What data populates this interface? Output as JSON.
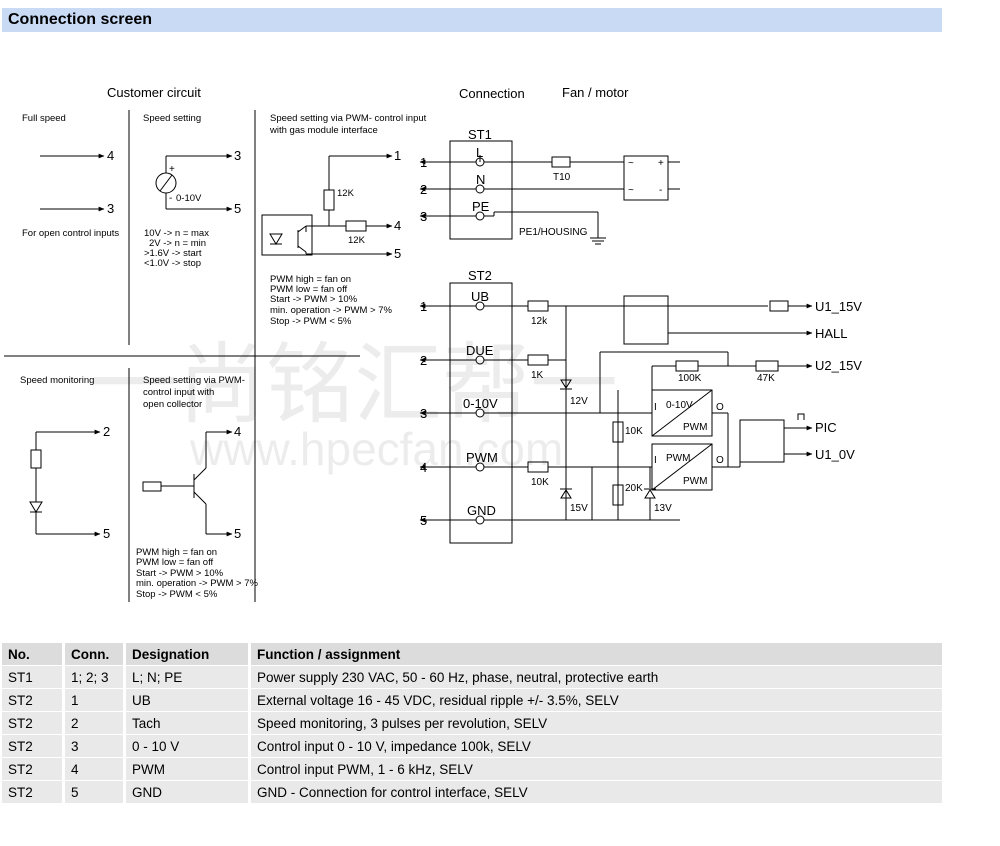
{
  "page": {
    "title": "Connection screen"
  },
  "customer_circuit": {
    "heading": "Customer circuit",
    "full_speed": {
      "title": "Full speed",
      "pin_a": "4",
      "pin_b": "3",
      "note": "For open control inputs"
    },
    "speed_setting": {
      "title": "Speed setting",
      "pin_a": "3",
      "pin_b": "5",
      "plus": "+",
      "minus": "-",
      "source_label": "0-10V",
      "notes": [
        "10V -> n = max",
        "2V -> n = min",
        ">1.6V ->  start",
        "<1.0V ->  stop"
      ]
    },
    "pwm_gas": {
      "title_line1": "Speed setting via PWM- control input",
      "title_line2": "with gas module interface",
      "pin_a": "1",
      "pin_b": "4",
      "pin_c": "5",
      "r1": "12K",
      "r2": "12K",
      "notes": [
        "PWM high = fan on",
        "PWM low  = fan off",
        "Start ->          PWM > 10%",
        "min. operation -> PWM > 7%",
        "Stop ->           PWM < 5%"
      ]
    },
    "speed_monitoring": {
      "title": "Speed monitoring",
      "pin_a": "2",
      "pin_b": "5"
    },
    "pwm_oc": {
      "title_line1": "Speed setting via PWM-",
      "title_line2": "control input with",
      "title_line3": "open collector",
      "pin_a": "4",
      "pin_b": "5",
      "notes": [
        "PWM high = fan on",
        "PWM low  = fan off",
        "Start ->          PWM > 10%",
        "min. operation -> PWM > 7%",
        "Stop ->           PWM < 5%"
      ]
    }
  },
  "connection": {
    "heading": "Connection",
    "fan_heading": "Fan / motor",
    "st1": {
      "name": "ST1",
      "pins": [
        {
          "num": "1",
          "label": "L"
        },
        {
          "num": "2",
          "label": "N"
        },
        {
          "num": "3",
          "label": "PE"
        }
      ],
      "fuse": "T10",
      "housing": "PE1/HOUSING",
      "rect_plus": "+",
      "rect_minus": "-",
      "rect_tilde": "~"
    },
    "st2": {
      "name": "ST2",
      "pins": [
        {
          "num": "1",
          "label": "UB"
        },
        {
          "num": "2",
          "label": "DUE"
        },
        {
          "num": "3",
          "label": "0-10V"
        },
        {
          "num": "4",
          "label": "PWM"
        },
        {
          "num": "5",
          "label": "GND"
        }
      ]
    },
    "components": {
      "r_ub": "12k",
      "r_due": "1K",
      "z_due": "12V",
      "r_pwm": "10K",
      "z_pwm": "15V",
      "r_100k": "100K",
      "r_47k": "47K",
      "r_10k": "10K",
      "r_20k": "20K",
      "z_13v": "13V",
      "conv1_top": "0-10V",
      "conv1_bot": "PWM",
      "conv2_top": "PWM",
      "conv2_bot": "PWM",
      "conv_i": "I",
      "conv_o": "O"
    },
    "outputs": [
      "U1_15V",
      "HALL",
      "U2_15V",
      "PIC",
      "U1_0V"
    ]
  },
  "watermark": {
    "cn": "一尚铭汇帮一",
    "url": "www.hpecfan.com"
  },
  "table": {
    "headers": [
      "No.",
      "Conn.",
      "Designation",
      "Function / assignment"
    ],
    "rows": [
      [
        "ST1",
        "1; 2; 3",
        "L; N; PE",
        "Power supply 230 VAC, 50 - 60 Hz, phase, neutral, protective earth"
      ],
      [
        "ST2",
        "1",
        "UB",
        "External voltage 16 - 45 VDC, residual ripple +/- 3.5%, SELV"
      ],
      [
        "ST2",
        "2",
        "Tach",
        "Speed monitoring, 3 pulses per revolution, SELV"
      ],
      [
        "ST2",
        "3",
        "0 - 10 V",
        "Control input 0 - 10 V, impedance 100k, SELV"
      ],
      [
        "ST2",
        "4",
        "PWM",
        "Control input PWM, 1 - 6 kHz, SELV"
      ],
      [
        "ST2",
        "5",
        "GND",
        "GND - Connection for control interface, SELV"
      ]
    ]
  }
}
